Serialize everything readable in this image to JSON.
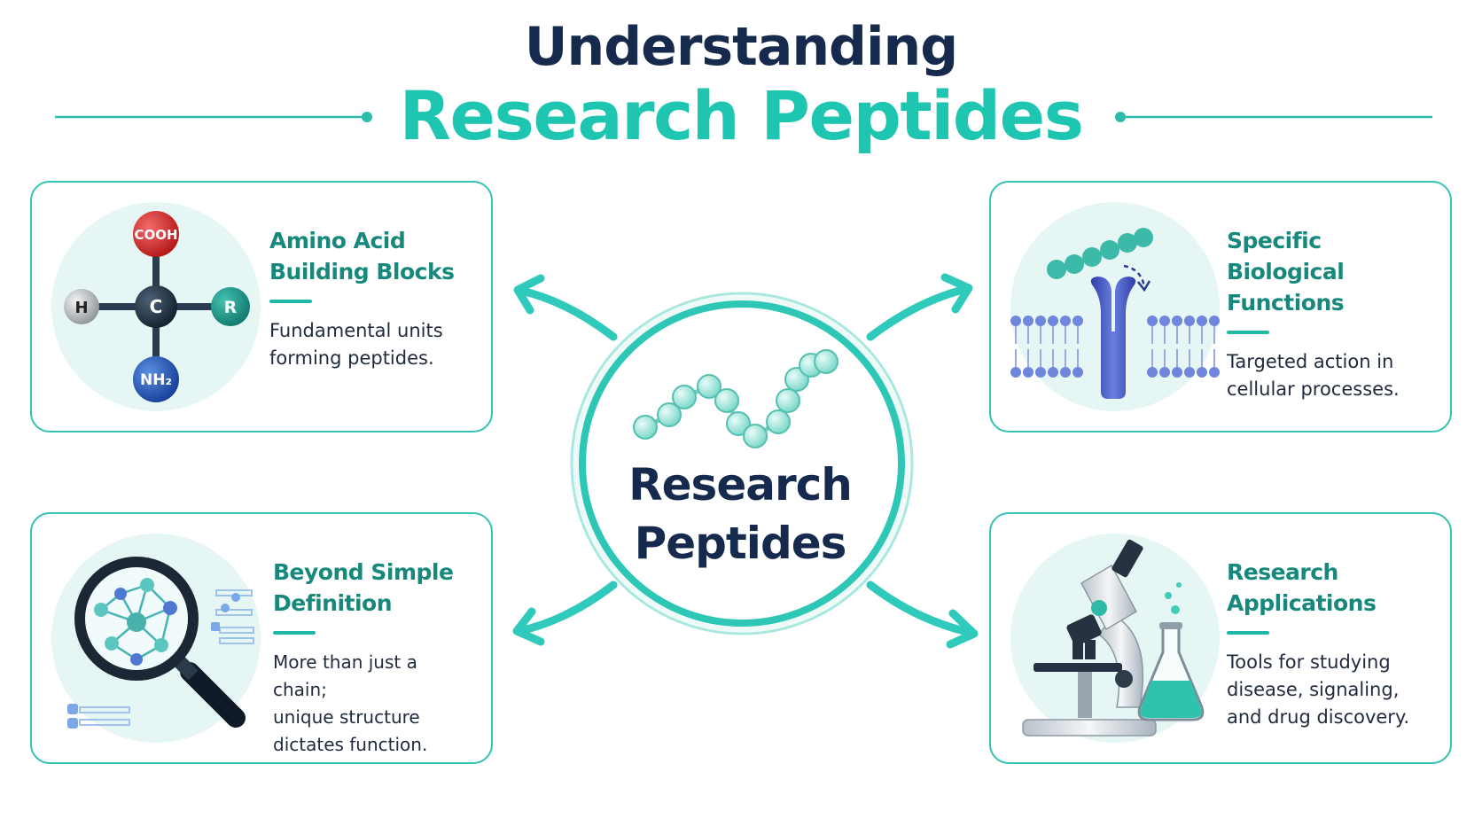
{
  "header": {
    "title_line1": "Understanding",
    "title_line2": "Research Peptides"
  },
  "center": {
    "label_line1": "Research",
    "label_line2": "Peptides"
  },
  "cards": [
    {
      "heading_line1": "Amino Acid",
      "heading_line2": "Building Blocks",
      "desc_line1": "Fundamental units",
      "desc_line2": "forming peptides.",
      "atoms": {
        "top": "COOH",
        "left": "H",
        "center": "C",
        "right": "R",
        "bottom": "NH₂"
      }
    },
    {
      "heading_line1": "Specific",
      "heading_line2": "Biological Functions",
      "desc_line1": "Targeted action in",
      "desc_line2": "cellular processes."
    },
    {
      "heading_line1": "Beyond Simple",
      "heading_line2": "Definition",
      "desc_line1": "More than just a chain;",
      "desc_line2": "unique structure",
      "desc_line3": "dictates function."
    },
    {
      "heading_line1": "Research",
      "heading_line2": "Applications",
      "desc_line1": "Tools for studying",
      "desc_line2": "disease, signaling,",
      "desc_line3": "and drug discovery."
    }
  ],
  "colors": {
    "navy": "#152a4c",
    "teal": "#1ec6b2",
    "teal_dark": "#17887c",
    "border": "#34c3b4"
  }
}
